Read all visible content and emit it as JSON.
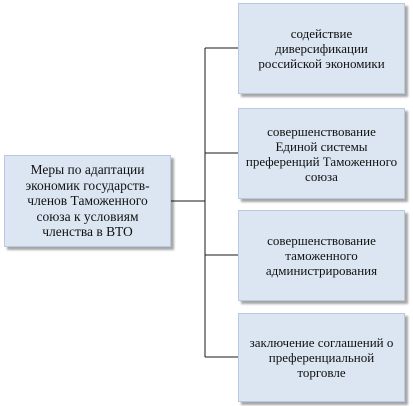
{
  "diagram": {
    "root": {
      "label": "Меры по адаптации экономик государств-членов Таможенного союза к условиям членства в ВТО"
    },
    "children": [
      {
        "label": "содействие диверсификации российской экономики"
      },
      {
        "label": "совершенствование Единой системы преференций Таможенного союза"
      },
      {
        "label": "совершенствование таможенного администрирования"
      },
      {
        "label": "заключение соглашений о преференциальной торговле"
      }
    ],
    "colors": {
      "box_fill": "#dce6f2",
      "box_border": "#b8c9e0",
      "connector": "#1a1a1a",
      "text": "#111111"
    }
  }
}
